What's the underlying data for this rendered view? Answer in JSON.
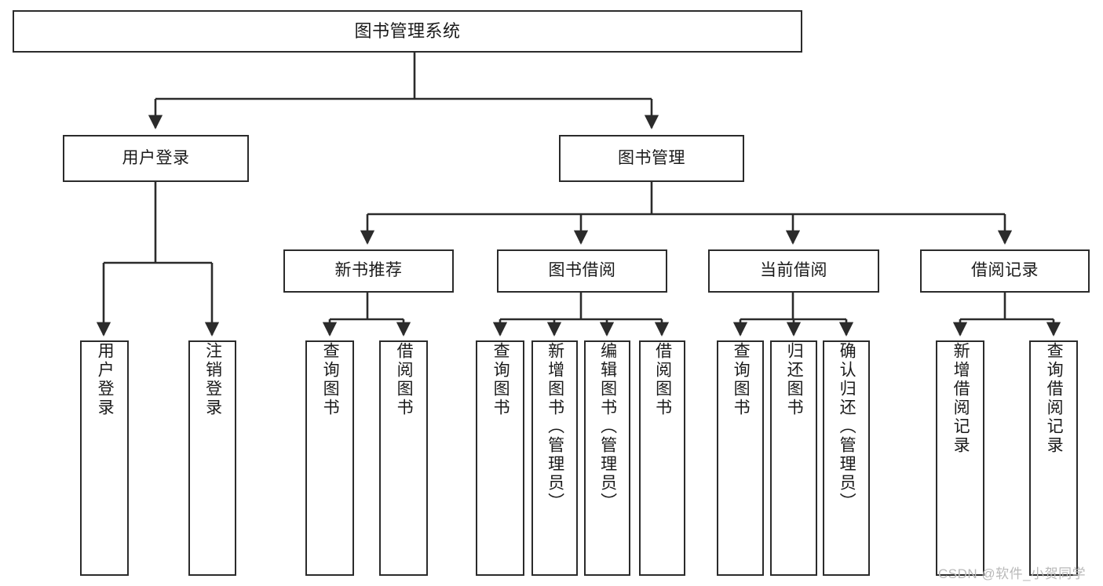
{
  "diagram": {
    "title": "图书管理系统",
    "type": "tree-hierarchy",
    "stroke_color": "#2b2b2b",
    "background_color": "#ffffff",
    "levels": [
      {
        "level": 0,
        "nodes": [
          {
            "id": "root",
            "label": "图书管理系统"
          }
        ]
      },
      {
        "level": 1,
        "nodes": [
          {
            "id": "login",
            "label": "用户登录",
            "parent": "root"
          },
          {
            "id": "bookmgmt",
            "label": "图书管理",
            "parent": "root"
          }
        ]
      },
      {
        "level": 2,
        "nodes": [
          {
            "id": "newbook",
            "label": "新书推荐",
            "parent": "bookmgmt"
          },
          {
            "id": "borrow",
            "label": "图书借阅",
            "parent": "bookmgmt"
          },
          {
            "id": "current",
            "label": "当前借阅",
            "parent": "bookmgmt"
          },
          {
            "id": "record",
            "label": "借阅记录",
            "parent": "bookmgmt"
          }
        ]
      },
      {
        "level": 3,
        "nodes": [
          {
            "id": "l1",
            "label": "用户登录",
            "parent": "login"
          },
          {
            "id": "l2",
            "label": "注销登录",
            "parent": "login"
          },
          {
            "id": "n1",
            "label": "查询图书",
            "parent": "newbook"
          },
          {
            "id": "n2",
            "label": "借阅图书",
            "parent": "newbook"
          },
          {
            "id": "b1",
            "label": "查询图书",
            "parent": "borrow"
          },
          {
            "id": "b2",
            "label": "新增图书（管理员）",
            "parent": "borrow"
          },
          {
            "id": "b3",
            "label": "编辑图书（管理员）",
            "parent": "borrow"
          },
          {
            "id": "b4",
            "label": "借阅图书",
            "parent": "borrow"
          },
          {
            "id": "c1",
            "label": "查询图书",
            "parent": "current"
          },
          {
            "id": "c2",
            "label": "归还图书",
            "parent": "current"
          },
          {
            "id": "c3",
            "label": "确认归还（管理员）",
            "parent": "current"
          },
          {
            "id": "r1",
            "label": "新增借阅记录",
            "parent": "record"
          },
          {
            "id": "r2",
            "label": "查询借阅记录",
            "parent": "record"
          }
        ]
      }
    ]
  },
  "watermark": {
    "text": "CSDN @软件_小贺同学"
  }
}
